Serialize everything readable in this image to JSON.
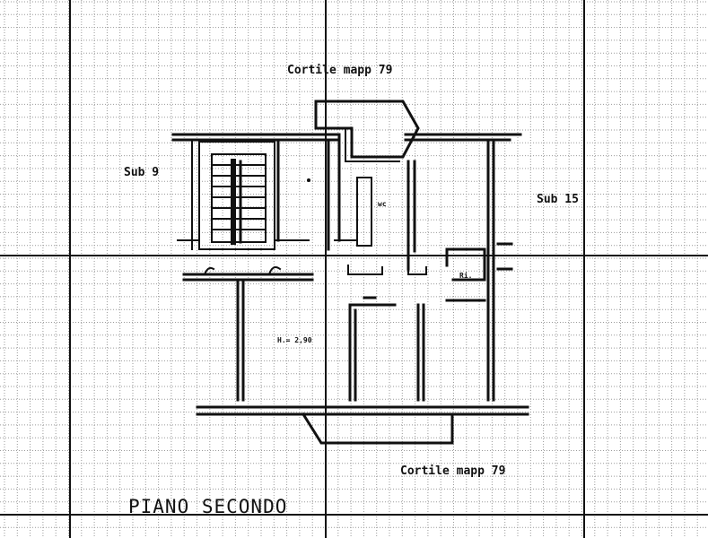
{
  "labels": {
    "courtyard_top": "Cortile mapp 79",
    "courtyard_bottom": "Cortile mapp 79",
    "sub_left": "Sub 9",
    "sub_right": "Sub 15",
    "room_wc": "wc",
    "room_ri": "Ri.",
    "height": "H.= 2,90",
    "floor_title": "PIANO SECONDO"
  },
  "colors": {
    "ink": "#111111",
    "grid_fine": "#9a9a9a",
    "grid_major": "#111111",
    "paper": "#ffffff"
  }
}
